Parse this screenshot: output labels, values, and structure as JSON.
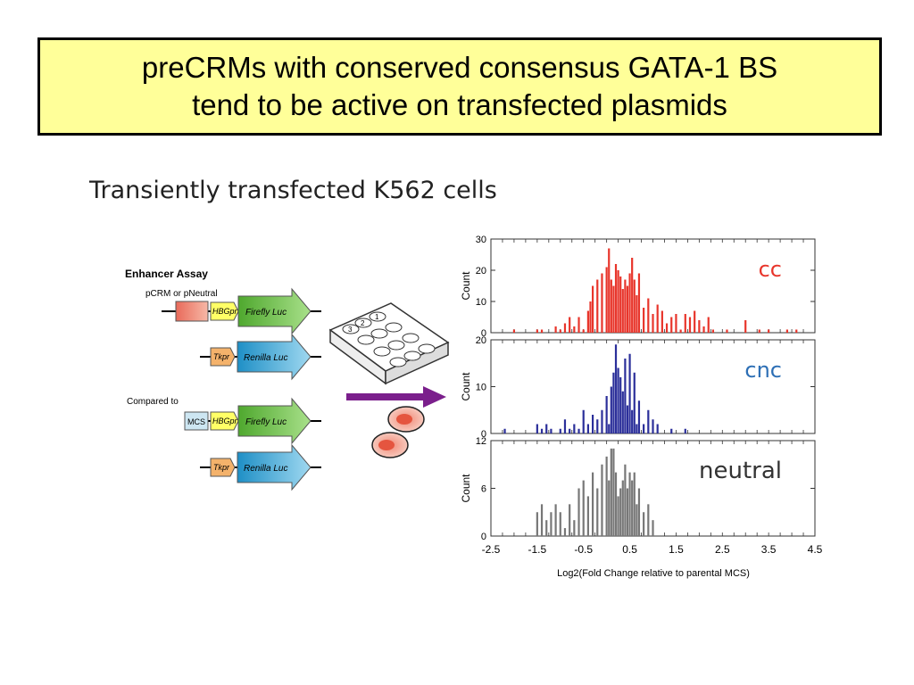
{
  "slide": {
    "title_line1": "preCRMs with conserved consensus GATA-1 BS",
    "title_line2": "tend to be active on transfected plasmids",
    "subtitle": "Transiently transfected K562 cells"
  },
  "assay": {
    "heading": "Enhancer Assay",
    "construct1_label": "pCRM or pNeutral",
    "compared_label": "Compared to",
    "hbg_label": "HBGpr",
    "tk_label": "Tkpr",
    "mcs_label": "MCS",
    "firefly_label": "Firefly Luc",
    "renilla_label": "Renilla Luc",
    "well_labels": [
      "1",
      "2",
      "3"
    ]
  },
  "colors": {
    "title_bg": "#ffff99",
    "cc": "#e8352b",
    "cnc": "#2b2f9a",
    "neutral": "#777777",
    "arrow": "#7b1f8c",
    "firefly": "#6cc04a",
    "renilla": "#36a9d8"
  },
  "chart_data": [
    {
      "type": "bar",
      "label": "cc",
      "ylabel": "Count",
      "ylim": [
        0,
        30
      ],
      "yticks": [
        "0",
        "10",
        "20",
        "30"
      ],
      "x": [
        -2.0,
        -1.5,
        -1.4,
        -1.1,
        -1.0,
        -0.9,
        -0.8,
        -0.7,
        -0.6,
        -0.5,
        -0.4,
        -0.35,
        -0.3,
        -0.2,
        -0.1,
        0.0,
        0.05,
        0.1,
        0.15,
        0.2,
        0.25,
        0.3,
        0.35,
        0.4,
        0.45,
        0.5,
        0.55,
        0.6,
        0.65,
        0.7,
        0.8,
        0.9,
        1.0,
        1.1,
        1.2,
        1.3,
        1.4,
        1.5,
        1.6,
        1.7,
        1.8,
        1.9,
        2.0,
        2.1,
        2.2,
        2.3,
        2.6,
        3.0,
        3.3,
        3.5,
        3.9,
        4.1
      ],
      "values": [
        1,
        1,
        1,
        2,
        1,
        3,
        5,
        2,
        5,
        1,
        7,
        10,
        15,
        17,
        19,
        21,
        27,
        17,
        15,
        22,
        20,
        18,
        14,
        17,
        15,
        19,
        24,
        17,
        12,
        19,
        8,
        11,
        6,
        9,
        7,
        3,
        5,
        6,
        1,
        6,
        5,
        7,
        4,
        2,
        5,
        1,
        1,
        4,
        1,
        1,
        1,
        1
      ]
    },
    {
      "type": "bar",
      "label": "cnc",
      "ylabel": "Count",
      "ylim": [
        0,
        20
      ],
      "yticks": [
        "0",
        "10",
        "20"
      ],
      "x": [
        -2.2,
        -1.5,
        -1.4,
        -1.3,
        -1.2,
        -1.0,
        -0.9,
        -0.8,
        -0.7,
        -0.6,
        -0.5,
        -0.4,
        -0.3,
        -0.2,
        -0.1,
        0.0,
        0.05,
        0.1,
        0.15,
        0.2,
        0.25,
        0.3,
        0.35,
        0.4,
        0.45,
        0.5,
        0.55,
        0.6,
        0.65,
        0.7,
        0.8,
        0.9,
        1.0,
        1.1,
        1.4,
        1.7
      ],
      "values": [
        1,
        2,
        1,
        2,
        1,
        1,
        3,
        1,
        2,
        1,
        5,
        2,
        4,
        3,
        5,
        8,
        2,
        10,
        13,
        19,
        14,
        12,
        9,
        16,
        6,
        17,
        5,
        13,
        2,
        7,
        2,
        5,
        3,
        2,
        1,
        1
      ]
    },
    {
      "type": "bar",
      "label": "neutral",
      "ylabel": "Count",
      "ylim": [
        0,
        12
      ],
      "yticks": [
        "0",
        "6",
        "12"
      ],
      "x": [
        -1.5,
        -1.4,
        -1.3,
        -1.2,
        -1.1,
        -1.0,
        -0.9,
        -0.8,
        -0.7,
        -0.6,
        -0.5,
        -0.4,
        -0.3,
        -0.2,
        -0.1,
        0.0,
        0.05,
        0.1,
        0.15,
        0.2,
        0.25,
        0.3,
        0.35,
        0.4,
        0.45,
        0.5,
        0.55,
        0.6,
        0.65,
        0.7,
        0.8,
        0.9,
        1.0
      ],
      "values": [
        3,
        4,
        2,
        3,
        4,
        3,
        1,
        4,
        2,
        6,
        7,
        5,
        8,
        6,
        9,
        10,
        7,
        11,
        11,
        8,
        5,
        6,
        7,
        9,
        6,
        8,
        7,
        8,
        4,
        6,
        3,
        4,
        2
      ]
    }
  ],
  "axis": {
    "xmin": -2.5,
    "xmax": 4.5,
    "xticks": [
      "-2.5",
      "-1.5",
      "-0.5",
      "0.5",
      "1.5",
      "2.5",
      "3.5",
      "4.5"
    ],
    "xtick_values": [
      -2.5,
      -1.5,
      -0.5,
      0.5,
      1.5,
      2.5,
      3.5,
      4.5
    ],
    "xlabel": "Log2(Fold Change relative to parental MCS)"
  }
}
